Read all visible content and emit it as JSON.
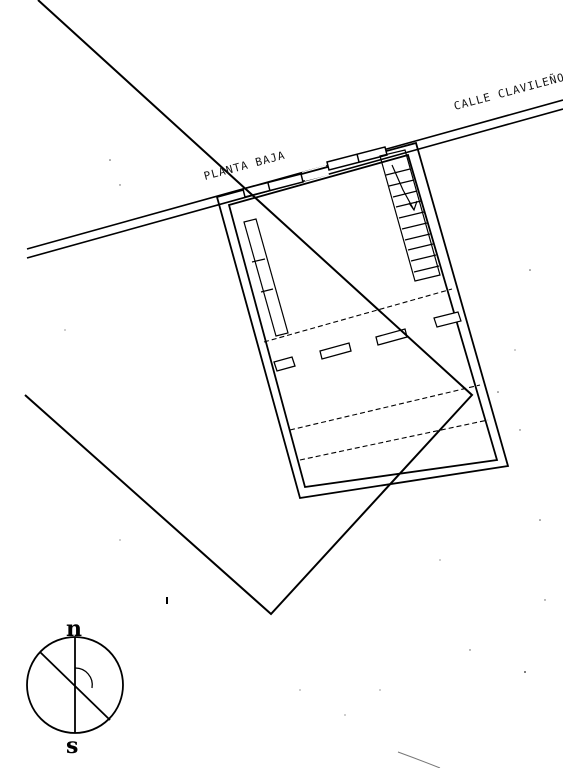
{
  "street_label": "CALLE CLAVILEÑO",
  "floor_label": "PLANTA BAJA",
  "compass": {
    "north": "n",
    "south": "s"
  },
  "colors": {
    "ink": "#000000",
    "paper": "#ffffff"
  }
}
